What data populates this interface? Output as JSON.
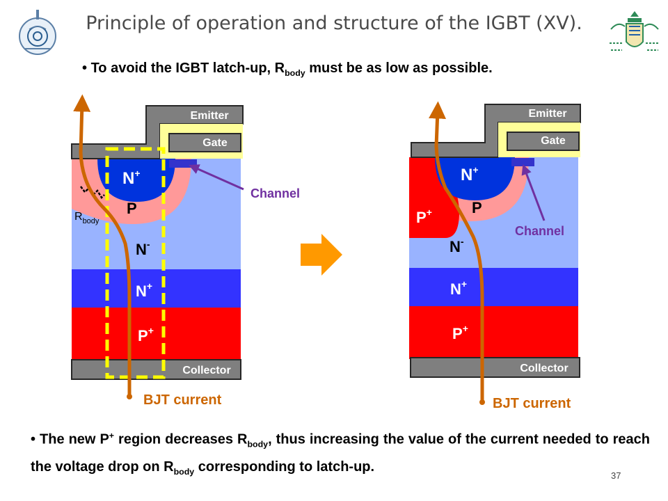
{
  "title": "Principle of operation and structure of the IGBT (XV).",
  "bullet1": {
    "marker": "•",
    "pre": "To avoid the IGBT latch-up, R",
    "sub": "body",
    "post": " must be as low as possible."
  },
  "bullet2": {
    "marker": "•",
    "p1": "The new P",
    "sup1": "+",
    "p2": " region decreases R",
    "sub1": "body",
    "p3": ", thus increasing the value of the current needed to reach the voltage drop on R",
    "sub2": "body",
    "p4": " corresponding to latch-up."
  },
  "page_number": "37",
  "left_device": {
    "emitter": "Emitter",
    "gate": "Gate",
    "collector": "Collector",
    "n_plus_top": "N",
    "n_plus_top_sup": "+",
    "p_body": "P",
    "n_minus": "N",
    "n_minus_sup": "-",
    "n_plus_buffer": "N",
    "n_plus_buffer_sup": "+",
    "p_plus_sub": "P",
    "p_plus_sub_sup": "+",
    "rbody": "R",
    "rbody_sub": "body",
    "channel": "Channel",
    "bjt_current": "BJT current"
  },
  "right_device": {
    "emitter": "Emitter",
    "gate": "Gate",
    "collector": "Collector",
    "n_plus_top": "N",
    "n_plus_top_sup": "+",
    "p_body": "P",
    "p_plus_new": "P",
    "p_plus_new_sup": "+",
    "n_minus": "N",
    "n_minus_sup": "-",
    "n_plus_buffer": "N",
    "n_plus_buffer_sup": "+",
    "p_plus_sub": "P",
    "p_plus_sub_sup": "+",
    "channel": "Channel",
    "bjt_current": "BJT current"
  },
  "colors": {
    "emitter_metal": "#7f7f7f",
    "gate_oxide": "#ffff99",
    "n_minus": "#99b3ff",
    "n_plus": "#3333ff",
    "p_body": "#ff9999",
    "p_plus": "#ff0000",
    "n_plus_well": "#0033cc",
    "current_arrow": "#cc6600",
    "channel_label": "#7030a0",
    "highlight_box": "#ffff00",
    "transition_arrow": "#ff9900"
  },
  "icons": [
    "university-emblem-left",
    "university-crest-right",
    "right-arrow-icon"
  ]
}
